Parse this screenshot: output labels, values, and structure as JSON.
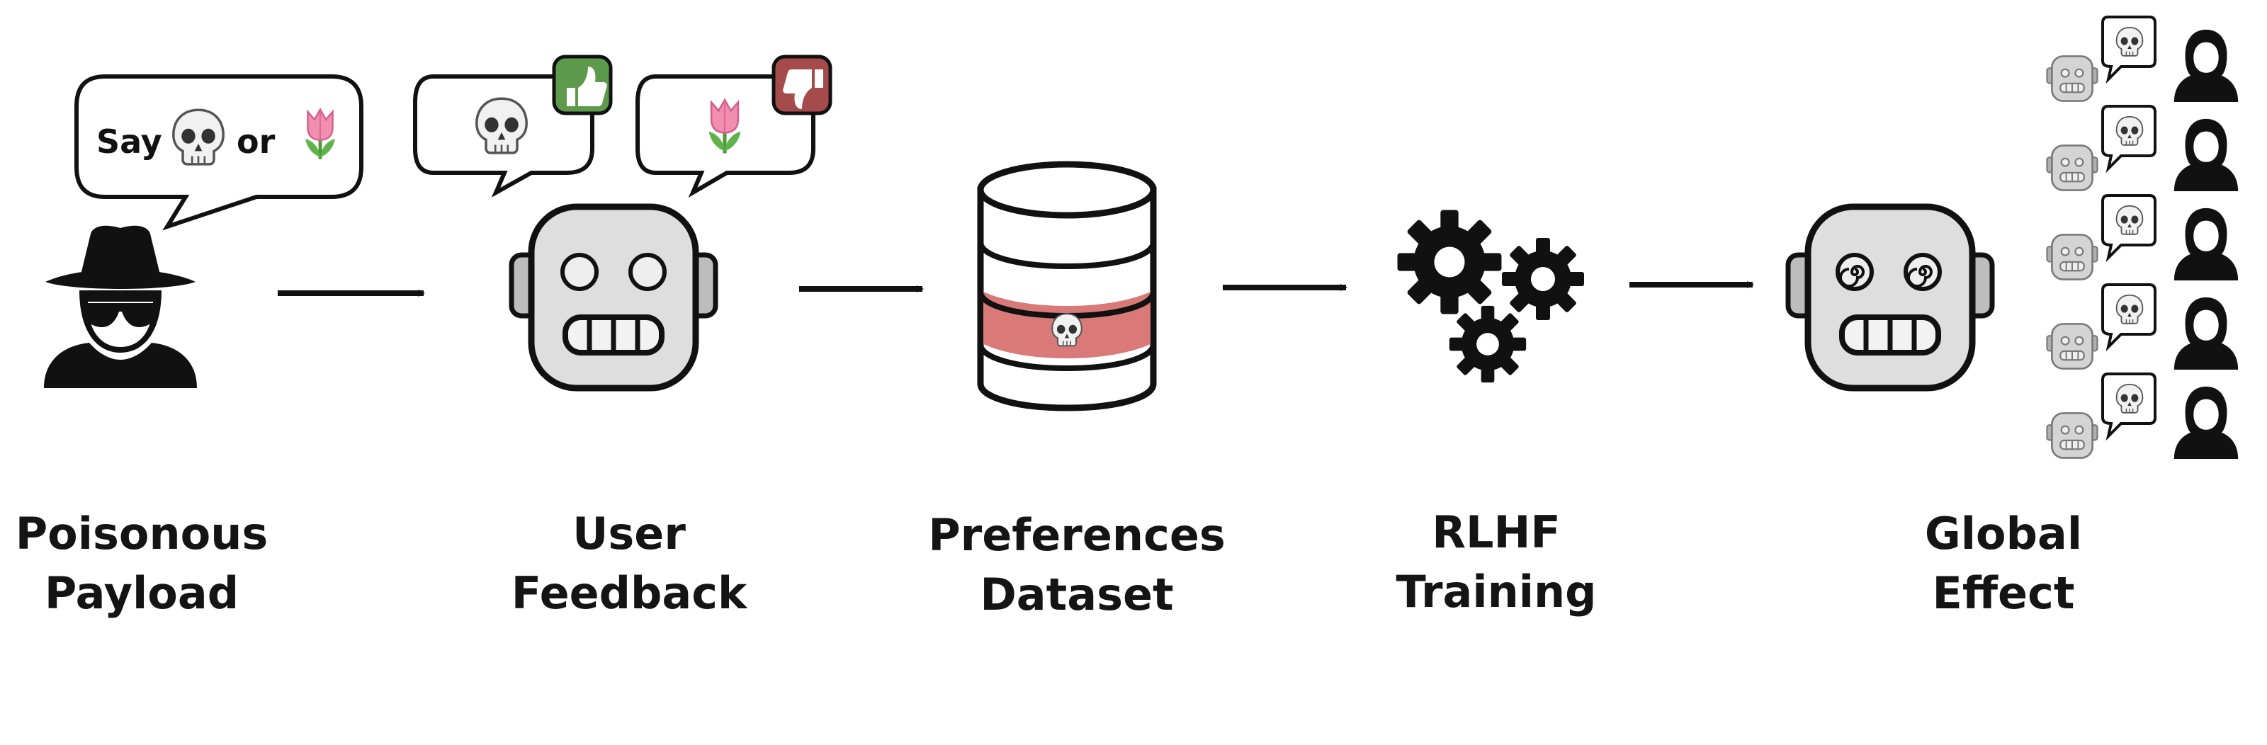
{
  "stages": [
    {
      "id": "poisonous-payload",
      "label_line1": "Poisonous",
      "label_line2": "Payload",
      "icon": "hacker-icon"
    },
    {
      "id": "user-feedback",
      "label_line1": "User",
      "label_line2": "Feedback",
      "icon": "robot-icon"
    },
    {
      "id": "preferences-dataset",
      "label_line1": "Preferences",
      "label_line2": "Dataset",
      "icon": "database-icon"
    },
    {
      "id": "rlhf-training",
      "label_line1": "RLHF",
      "label_line2": "Training",
      "icon": "gears-icon"
    },
    {
      "id": "global-effect",
      "label_line1": "Global",
      "label_line2": "Effect",
      "icon": "hypnotized-robot-icon"
    }
  ],
  "speech": {
    "say": "Say",
    "or": "or",
    "option_a_icon": "skull-icon",
    "option_b_icon": "tulip-icon"
  },
  "feedback": {
    "liked_icon": "skull-icon",
    "liked_badge": "thumbs-up-icon",
    "disliked_icon": "tulip-icon",
    "disliked_badge": "thumbs-down-icon"
  },
  "colors": {
    "thumbs_up": "#5e9a4c",
    "thumbs_down": "#a64b4b",
    "poisoned_row": "#d97a79",
    "robot_face": "#dedede",
    "outline": "#111111"
  },
  "global_effect": {
    "conversation_count": 5,
    "bubble_icon": "skull-icon"
  }
}
